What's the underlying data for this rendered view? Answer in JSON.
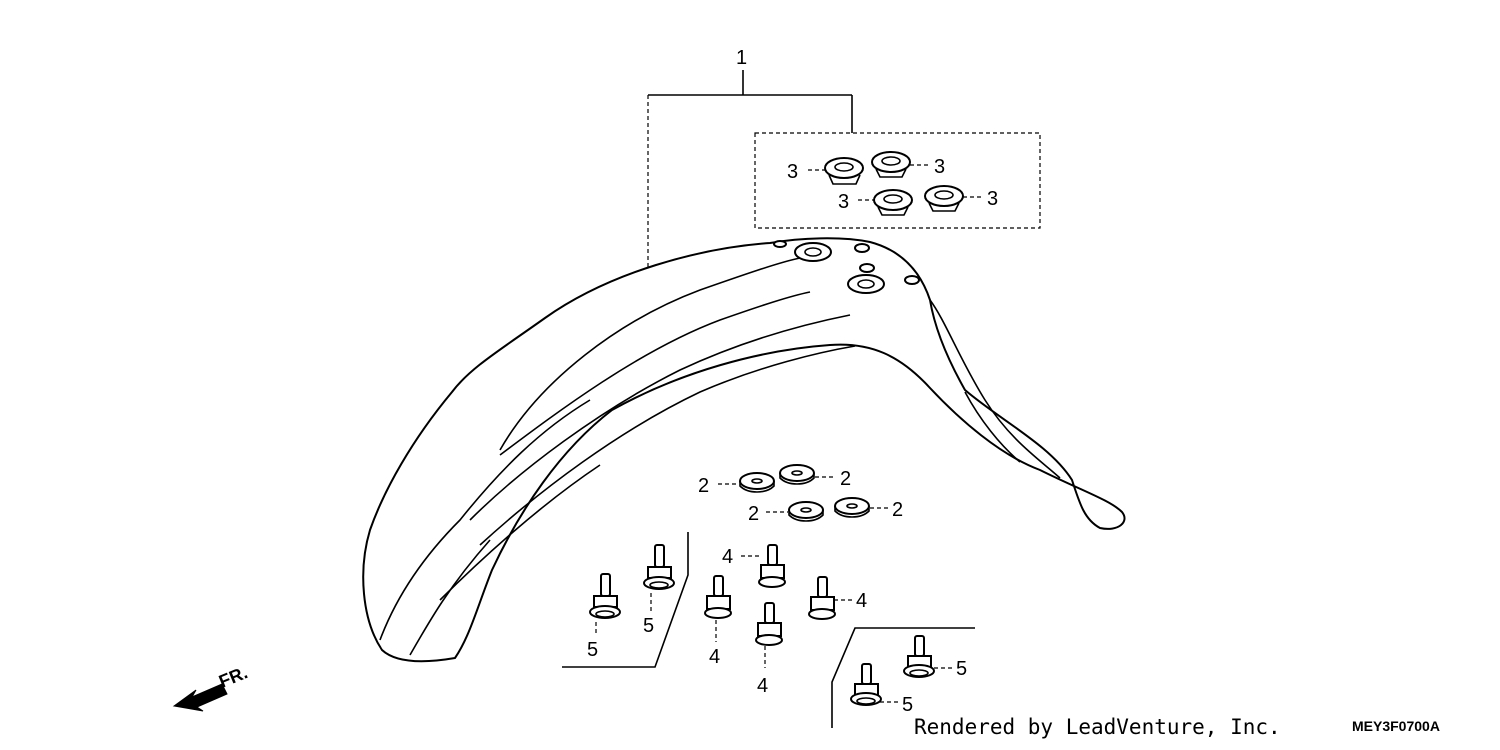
{
  "diagram": {
    "callouts": {
      "c1": "1",
      "c2": "2",
      "c3": "3",
      "c4": "4",
      "c5": "5"
    },
    "direction_label": "FR.",
    "credit": "Rendered by LeadVenture, Inc.",
    "diagram_code": "MEY3F0700A"
  }
}
